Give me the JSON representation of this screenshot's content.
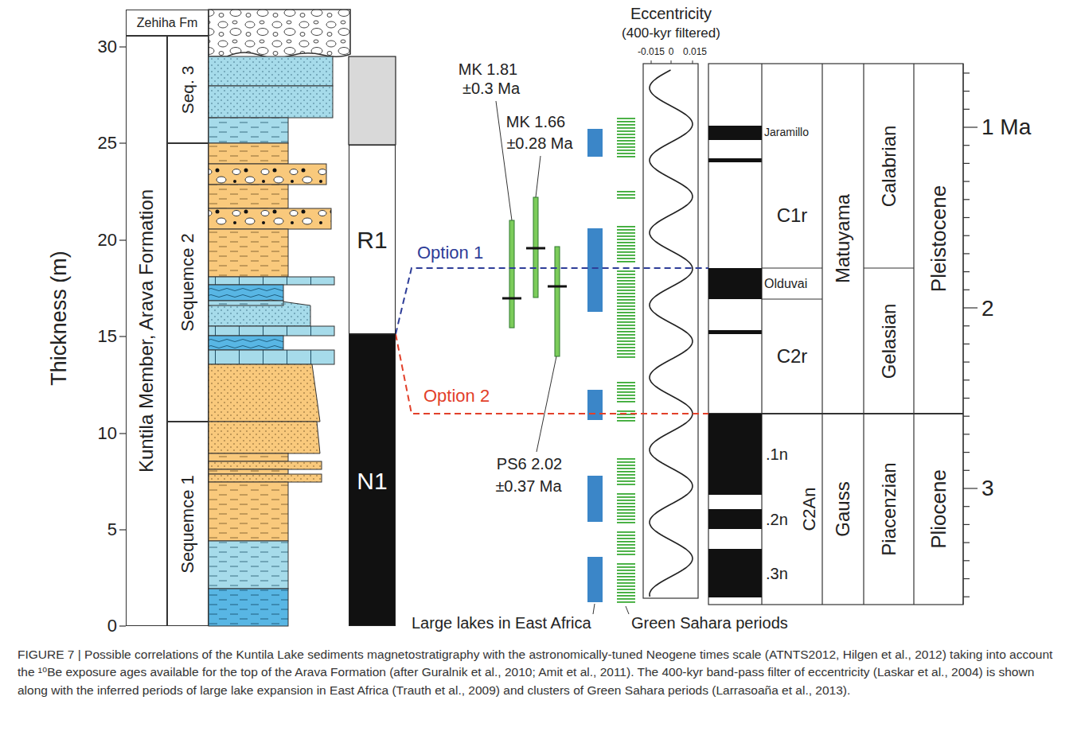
{
  "diagram": {
    "caption": "FIGURE 7 | Possible correlations of the Kuntila Lake sediments magnetostratigraphy with the astronomically-tuned Neogene times scale (ATNTS2012, Hilgen et al., 2012) taking into account the ¹⁰Be exposure ages available for the top of the Arava Formation (after Guralnik et al., 2010; Amit et al., 2011). The 400-kyr band-pass filter of eccentricity (Laskar et al., 2004) is shown along with the inferred periods of large lake expansion in East Africa (Trauth et al., 2009) and clusters of Green Sahara periods (Larrasoaña et al., 2013).",
    "nodes": [
      {
        "text": [
          "Zehiha Fm"
        ]
      },
      {
        "text": [
          "Kuntila Member, Arava Formation"
        ]
      },
      {
        "text": [
          "Seq. 3"
        ]
      },
      {
        "text": [
          "Sequemce 2"
        ]
      },
      {
        "text": [
          "Sequemce 1"
        ]
      },
      {
        "text": [
          "R1"
        ]
      },
      {
        "text": [
          "N1"
        ]
      },
      {
        "text": [
          "Jaramillo"
        ]
      },
      {
        "text": [
          "C1r"
        ]
      },
      {
        "text": [
          "Olduvai"
        ]
      },
      {
        "text": [
          "C2r"
        ]
      },
      {
        "text": [
          ".1n"
        ]
      },
      {
        "text": [
          ".2n"
        ]
      },
      {
        "text": [
          ".3n"
        ]
      },
      {
        "text": [
          "C2An"
        ]
      },
      {
        "text": [
          "Matuyama"
        ]
      },
      {
        "text": [
          "Gauss"
        ]
      },
      {
        "text": [
          "Calabrian"
        ]
      },
      {
        "text": [
          "Gelasian"
        ]
      },
      {
        "text": [
          "Piacenzian"
        ]
      },
      {
        "text": [
          "Pleistocene"
        ]
      },
      {
        "text": [
          "Pliocene"
        ]
      }
    ],
    "edges": [
      {
        "from": 6,
        "to": 9,
        "arrow": "none",
        "label": "Option 1"
      },
      {
        "from": 6,
        "to": 11,
        "arrow": "none",
        "label": "Option 2"
      }
    ],
    "labels": [
      "Thickness (m)",
      "30",
      "25",
      "20",
      "15",
      "10",
      "5",
      "0",
      "MK 1.81",
      "±0.3 Ma",
      "MK 1.66",
      "±0.28 Ma",
      "PS6 2.02",
      "±0.37 Ma",
      "Eccentricity",
      "(400-kyr filtered)",
      "-0.015",
      "0",
      "0.015",
      "Large lakes in East Africa",
      "Green Sahara periods",
      "1 Ma",
      "2",
      "3"
    ]
  }
}
